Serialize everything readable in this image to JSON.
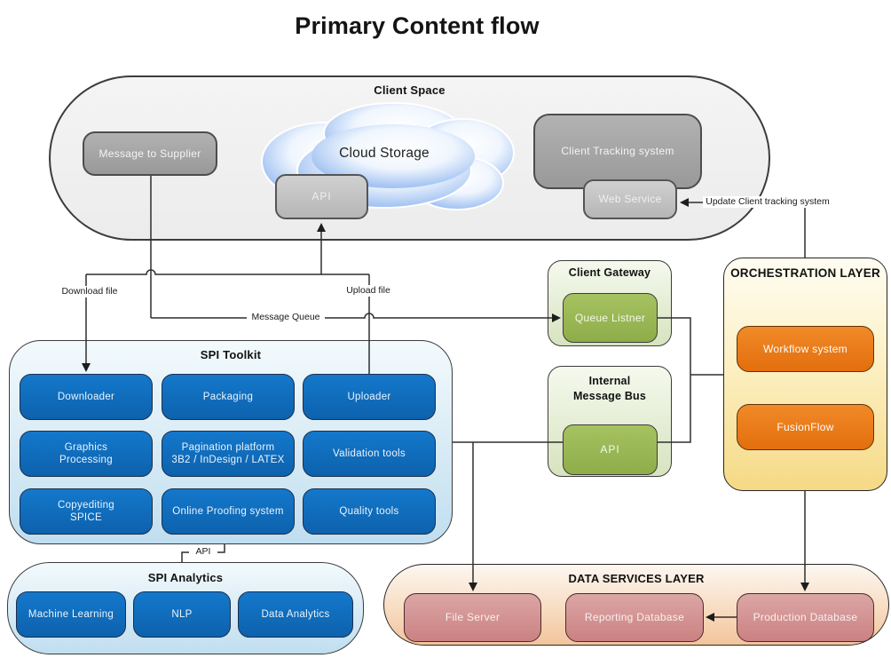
{
  "title": "Primary Content flow",
  "colors": {
    "box_blue": "#1271c3",
    "box_green": "#9bbb59",
    "box_orange": "#e8791b",
    "box_gray_dark": "#a3a3a3",
    "box_gray_light": "#c2c2c2",
    "box_salmon": "#d59090",
    "container_gray": "#f1f1f1",
    "container_blue": "#cfe6f3",
    "container_green": "#e2eccd",
    "container_yellow": "#f8e3a6",
    "container_peach": "#f5cda8",
    "cloud_blue": "#7fa9ec",
    "line": "#2f2f2f"
  },
  "client_space": {
    "label": "Client Space",
    "message_to_supplier": "Message to Supplier",
    "cloud_storage": "Cloud Storage",
    "api": "API",
    "client_tracking_system": "Client Tracking system",
    "web_service": "Web Service"
  },
  "client_gateway": {
    "label": "Client Gateway",
    "queue_listner": "Queue Listner"
  },
  "internal_message_bus": {
    "label_line1": "Internal",
    "label_line2": "Message Bus",
    "api": "API"
  },
  "orchestration_layer": {
    "label": "ORCHESTRATION LAYER",
    "workflow_system": "Workflow system",
    "fusionflow": "FusionFlow"
  },
  "spi_toolkit": {
    "label": "SPI Toolkit",
    "items": [
      {
        "lines": [
          "Downloader"
        ]
      },
      {
        "lines": [
          "Packaging"
        ]
      },
      {
        "lines": [
          "Uploader"
        ]
      },
      {
        "lines": [
          "Graphics",
          "Processing"
        ]
      },
      {
        "lines": [
          "Pagination platform",
          "3B2 / InDesign / LATEX"
        ]
      },
      {
        "lines": [
          "Validation tools"
        ]
      },
      {
        "lines": [
          "Copyediting",
          "SPICE"
        ]
      },
      {
        "lines": [
          "Online Proofing system"
        ]
      },
      {
        "lines": [
          "Quality tools"
        ]
      }
    ]
  },
  "spi_analytics": {
    "label": "SPI Analytics",
    "items": [
      {
        "label": "Machine Learning"
      },
      {
        "label": "NLP"
      },
      {
        "label": "Data Analytics"
      }
    ]
  },
  "data_services_layer": {
    "label": "DATA SERVICES LAYER",
    "file_server": "File Server",
    "reporting_database": "Reporting Database",
    "production_database": "Production Database"
  },
  "connectors": {
    "download_file": "Download file",
    "upload_file": "Upload file",
    "message_queue": "Message Queue",
    "update_client_tracking": "Update Client tracking system",
    "api_link": "API"
  }
}
